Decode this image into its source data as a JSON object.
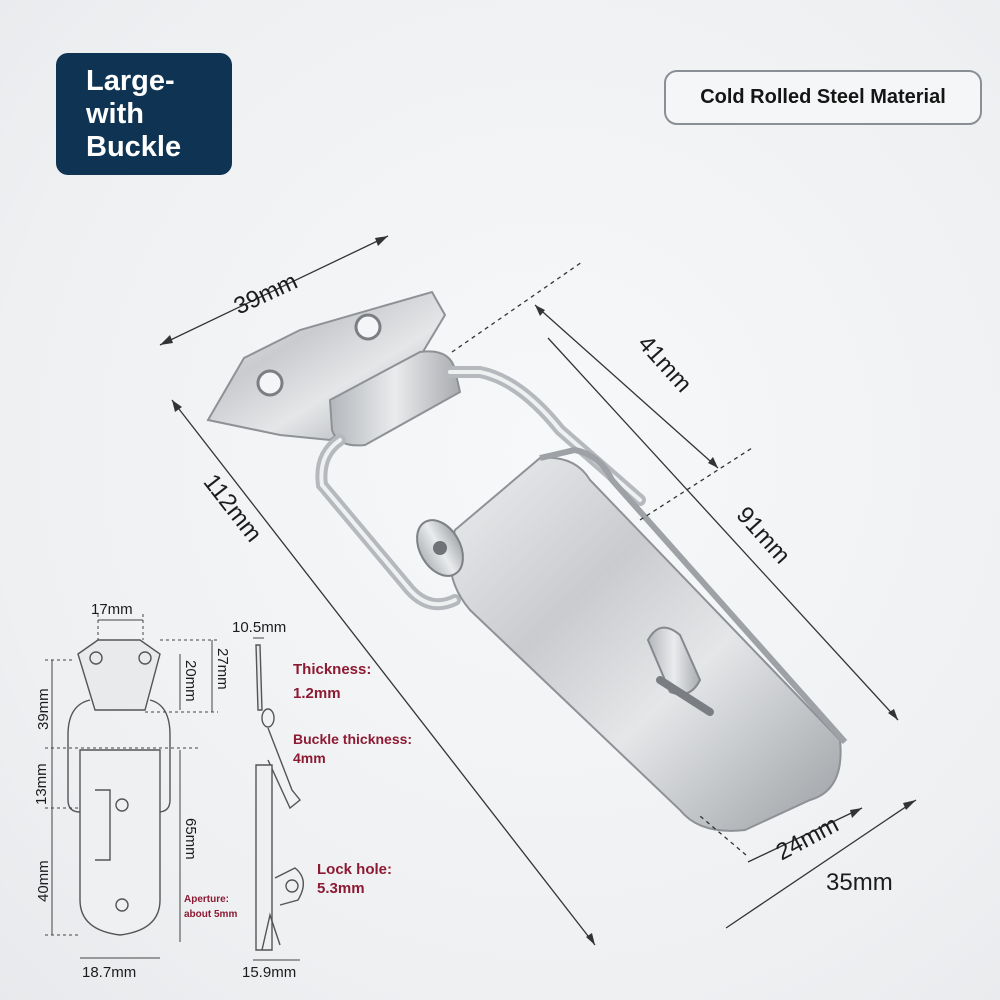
{
  "badge": {
    "line1": "Large-",
    "line2": "with",
    "line3": "Buckle"
  },
  "material_label": "Cold Rolled Steel Material",
  "main_dimensions": {
    "width_top": "39mm",
    "length_total": "112mm",
    "length_upper": "41mm",
    "length_lower": "91mm",
    "width_hasp": "24mm",
    "width_base": "35mm"
  },
  "drawing_dimensions": {
    "top_width": "17mm",
    "side_width": "10.5mm",
    "plate_height": "20mm",
    "plate_total": "27mm",
    "loop_height": "39mm",
    "gap": "13mm",
    "lower_section": "40mm",
    "hasp_length": "65mm",
    "bottom_width": "18.7mm",
    "side_bottom_width": "15.9mm"
  },
  "specs": {
    "thickness_label": "Thickness:",
    "thickness_value": "1.2mm",
    "buckle_label": "Buckle thickness:",
    "buckle_value": "4mm",
    "lock_label": "Lock hole:",
    "lock_value": "5.3mm",
    "aperture_label": "Aperture:",
    "aperture_value": "about 5mm"
  },
  "colors": {
    "badge_bg": "#0f3352",
    "spec_text": "#8d1a33",
    "metal": "#c7c9cc"
  }
}
